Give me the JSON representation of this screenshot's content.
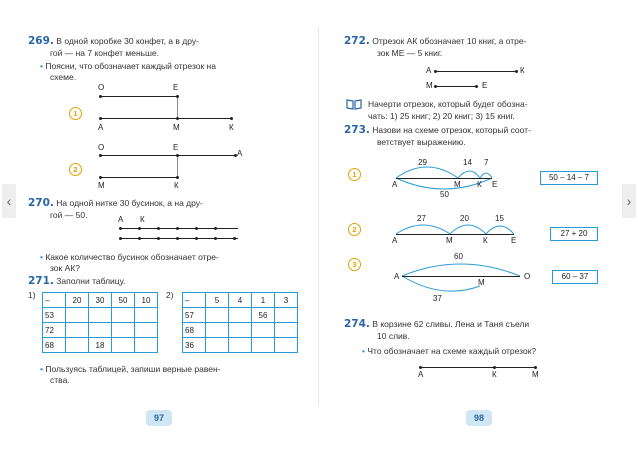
{
  "nav": {
    "prev_icon": "‹",
    "next_icon": "›"
  },
  "left": {
    "t269": {
      "num": "269.",
      "l1": "В одной коробке 30 конфет, а в дру-",
      "l2": "гой — на 7 конфет меньше.",
      "b1": "Поясни, что обозначает каждый отрезок на",
      "b2": "схеме."
    },
    "d1": {
      "O": "О",
      "E": "Е",
      "A": "А",
      "M": "М",
      "K": "К",
      "circle": "1"
    },
    "d2": {
      "O": "О",
      "E": "Е",
      "A": "А",
      "M": "М",
      "K": "К",
      "circle": "2"
    },
    "t270": {
      "num": "270.",
      "l1": "На одной нитке 30 бусинок, а на дру-",
      "l2": "гой — 50.",
      "A": "А",
      "K": "К",
      "b1": "Какое количество бусинок обозначает отре-",
      "b2": "зок АК?"
    },
    "t271": {
      "num": "271.",
      "l1": "Заполни таблицу.",
      "t1_label": "1)",
      "t2_label": "2)",
      "table1": [
        [
          "–",
          "20",
          "30",
          "50",
          "10"
        ],
        [
          "53",
          "",
          "",
          "",
          ""
        ],
        [
          "72",
          "",
          "",
          "",
          ""
        ],
        [
          "68",
          "",
          "18",
          "",
          ""
        ]
      ],
      "table2": [
        [
          "–",
          "5",
          "4",
          "1",
          "3"
        ],
        [
          "57",
          "",
          "",
          "56",
          ""
        ],
        [
          "68",
          "",
          "",
          "",
          ""
        ],
        [
          "36",
          "",
          "",
          "",
          ""
        ]
      ],
      "b1": "Пользуясь таблицей, запиши верные равен-",
      "b2": "ства."
    },
    "page_number": "97"
  },
  "right": {
    "t272": {
      "num": "272.",
      "l1": "Отрезок АК обозначает 10 книг, а отре-",
      "l2": "зок МЕ — 5 книг.",
      "A": "А",
      "K": "К",
      "M": "М",
      "E": "Е",
      "c1": "Начерти отрезок, который будет обозна-",
      "c2": "чать: 1) 25 книг; 2) 20 книг; 3) 15 книг."
    },
    "t273": {
      "num": "273.",
      "l1": "Назови на схеме отрезок, который соот-",
      "l2": "ветствует выражению.",
      "s1": {
        "circle": "1",
        "n29": "29",
        "n14": "14",
        "n7": "7",
        "n50": "50",
        "A": "А",
        "M": "М",
        "K": "К",
        "E": "Е",
        "expr": "50 – 14 – 7"
      },
      "s2": {
        "circle": "2",
        "n27": "27",
        "n20": "20",
        "n15": "15",
        "A": "А",
        "M": "М",
        "K": "К",
        "E": "Е",
        "expr": "27 + 20"
      },
      "s3": {
        "circle": "3",
        "n60": "60",
        "n37": "37",
        "A": "А",
        "M": "М",
        "O": "О",
        "expr": "60 – 37"
      }
    },
    "t274": {
      "num": "274.",
      "l1": "В корзине 62 сливы. Лена и Таня съели",
      "l2": "10 слив.",
      "b1": "Что обозначает на схеме каждый отрезок?",
      "A": "А",
      "K": "К",
      "M": "М"
    },
    "page_number": "98"
  },
  "colors": {
    "accent_blue": "#2a64a8",
    "bullet_blue": "#2a9bd5",
    "circle_orange": "#e0a200",
    "page_badge": "#cfe6f5"
  }
}
